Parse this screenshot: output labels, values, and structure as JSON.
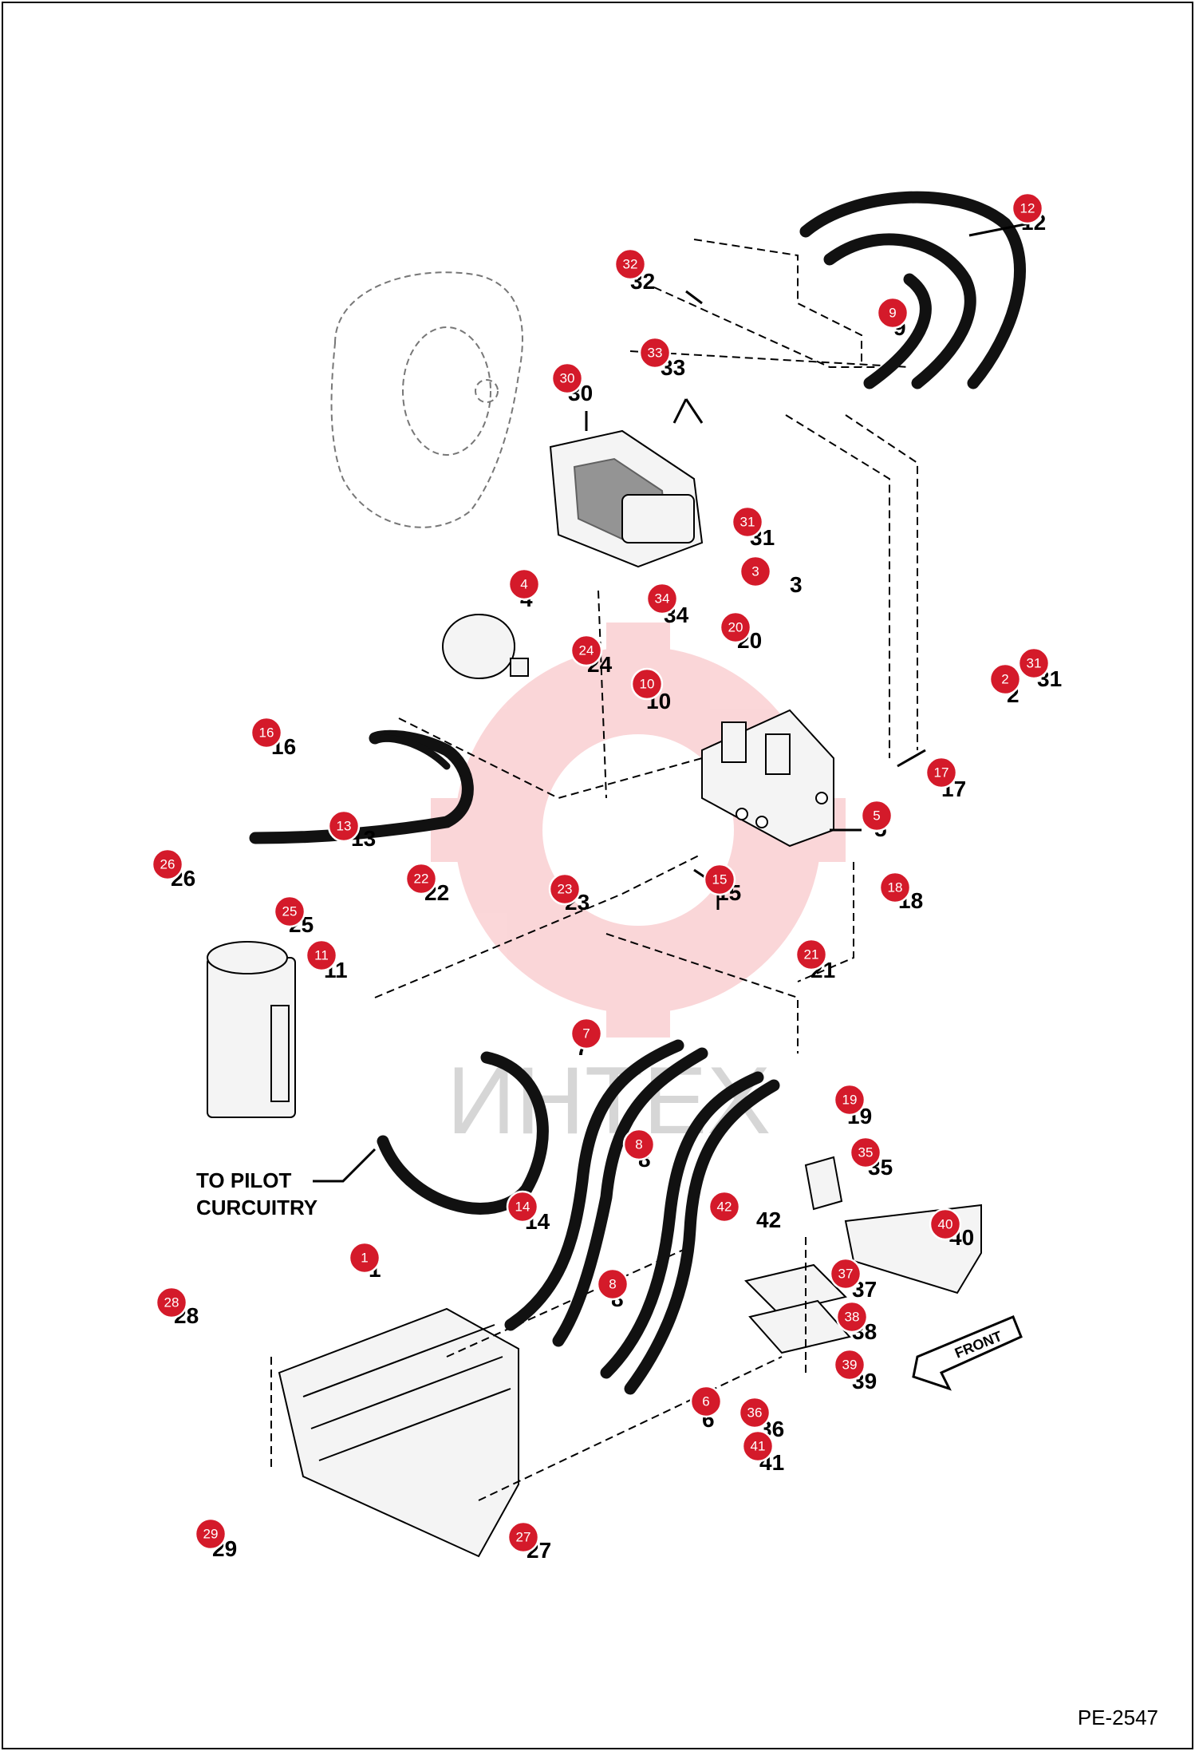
{
  "drawing_code": "PE-2547",
  "watermark": "ИНТЕХ",
  "annotations": {
    "to_pilot_line1": "TO PILOT",
    "to_pilot_line2": "CURCUITRY",
    "front": "FRONT"
  },
  "callouts": [
    {
      "id": "1",
      "label": "1"
    },
    {
      "id": "2",
      "label": "2"
    },
    {
      "id": "3",
      "label": "3"
    },
    {
      "id": "4",
      "label": "4"
    },
    {
      "id": "5",
      "label": "5"
    },
    {
      "id": "6",
      "label": "6"
    },
    {
      "id": "7",
      "label": "7"
    },
    {
      "id": "8a",
      "label": "8"
    },
    {
      "id": "8b",
      "label": "8"
    },
    {
      "id": "9",
      "label": "9"
    },
    {
      "id": "10",
      "label": "10"
    },
    {
      "id": "11",
      "label": "11"
    },
    {
      "id": "12",
      "label": "12"
    },
    {
      "id": "13",
      "label": "13"
    },
    {
      "id": "14",
      "label": "14"
    },
    {
      "id": "15",
      "label": "15"
    },
    {
      "id": "16",
      "label": "16"
    },
    {
      "id": "17",
      "label": "17"
    },
    {
      "id": "18",
      "label": "18"
    },
    {
      "id": "19",
      "label": "19"
    },
    {
      "id": "20",
      "label": "20"
    },
    {
      "id": "21",
      "label": "21"
    },
    {
      "id": "22",
      "label": "22"
    },
    {
      "id": "23",
      "label": "23"
    },
    {
      "id": "24",
      "label": "24"
    },
    {
      "id": "25",
      "label": "25"
    },
    {
      "id": "26",
      "label": "26"
    },
    {
      "id": "27",
      "label": "27"
    },
    {
      "id": "28",
      "label": "28"
    },
    {
      "id": "29",
      "label": "29"
    },
    {
      "id": "30",
      "label": "30"
    },
    {
      "id": "31a",
      "label": "31"
    },
    {
      "id": "31b",
      "label": "31"
    },
    {
      "id": "32",
      "label": "32"
    },
    {
      "id": "33",
      "label": "33"
    },
    {
      "id": "34",
      "label": "34"
    },
    {
      "id": "35",
      "label": "35"
    },
    {
      "id": "36",
      "label": "36"
    },
    {
      "id": "37",
      "label": "37"
    },
    {
      "id": "38",
      "label": "38"
    },
    {
      "id": "39",
      "label": "39"
    },
    {
      "id": "40",
      "label": "40"
    },
    {
      "id": "41",
      "label": "41"
    },
    {
      "id": "42",
      "label": "42"
    }
  ]
}
